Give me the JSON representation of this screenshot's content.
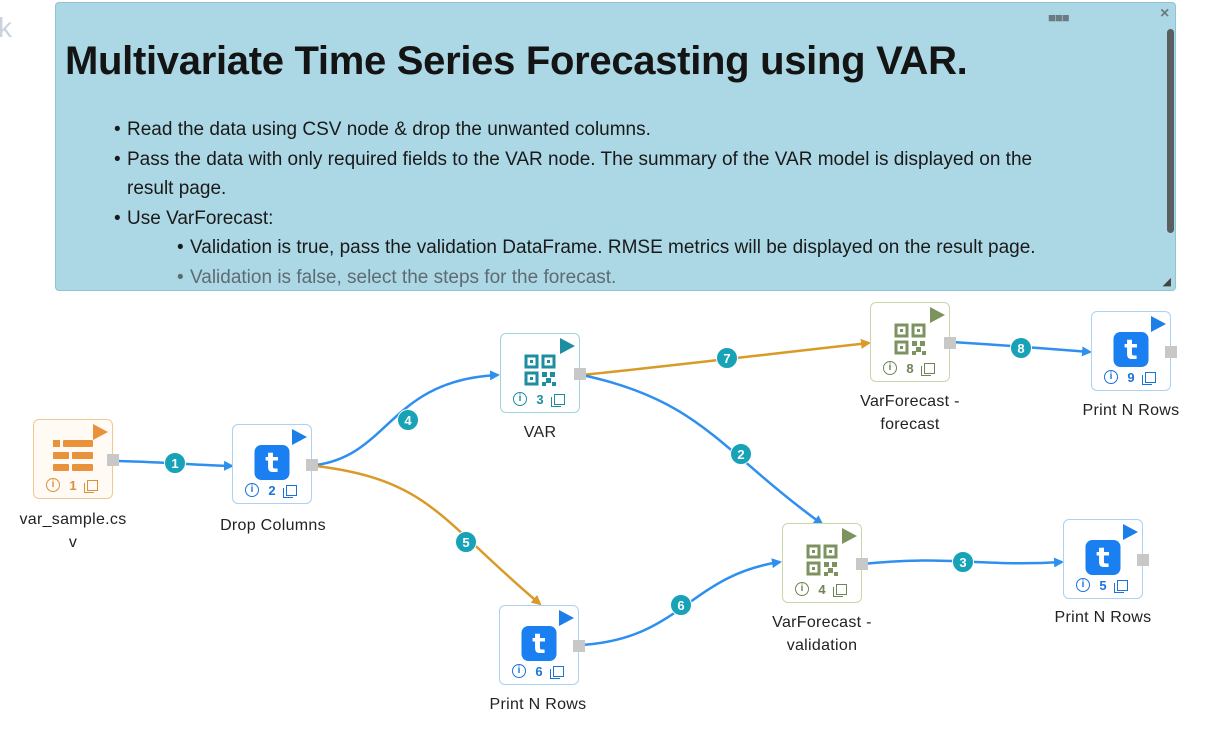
{
  "note": {
    "title": "Multivariate Time Series Forecasting using VAR.",
    "bullets": [
      "Read the data using CSV node & drop the unwanted columns.",
      "Pass the data with only required fields to the VAR node. The summary of the VAR model is displayed on the",
      "result page.",
      "Use VarForecast:",
      "Validation is true, pass the validation DataFrame. RMSE metrics will be displayed on the result page.",
      "Validation is false, select the steps for the forecast."
    ],
    "menu_icon": "ellipsis-icon",
    "close_icon": "close-icon"
  },
  "edge_fragment": "k",
  "nodes": [
    {
      "id": "1",
      "label_line1": "var_sample.cs",
      "label_line2": "v",
      "icon": "csv-table-icon",
      "color": "#e8923b"
    },
    {
      "id": "2",
      "label_line1": "Drop Columns",
      "icon": "transform-t-icon",
      "color": "#1a7ff0"
    },
    {
      "id": "3",
      "label_line1": "VAR",
      "icon": "qr-model-icon",
      "color": "#1d8ea0"
    },
    {
      "id": "8",
      "label_line1": "VarForecast -",
      "label_line2": "forecast",
      "icon": "qr-model-icon",
      "color": "#7c9360"
    },
    {
      "id": "9",
      "label_line1": "Print N Rows",
      "icon": "transform-t-icon",
      "color": "#1a7ff0"
    },
    {
      "id": "4",
      "label_line1": "VarForecast -",
      "label_line2": "validation",
      "icon": "qr-model-icon",
      "color": "#7c9360"
    },
    {
      "id": "5",
      "label_line1": "Print N Rows",
      "icon": "transform-t-icon",
      "color": "#1a7ff0"
    },
    {
      "id": "6",
      "label_line1": "Print N Rows",
      "icon": "transform-t-icon",
      "color": "#1a7ff0"
    }
  ],
  "edges": [
    {
      "label": "1",
      "from": "1",
      "to": "2",
      "color": "#2e8ff0"
    },
    {
      "label": "4",
      "from": "2",
      "to": "3",
      "color": "#2e8ff0"
    },
    {
      "label": "5",
      "from": "2",
      "to": "6",
      "color": "#d99a27"
    },
    {
      "label": "7",
      "from": "3",
      "to": "8",
      "color": "#d99a27"
    },
    {
      "label": "8",
      "from": "8",
      "to": "9",
      "color": "#2e8ff0"
    },
    {
      "label": "2",
      "from": "3",
      "to": "4",
      "color": "#2e8ff0"
    },
    {
      "label": "6",
      "from": "6",
      "to": "4",
      "color": "#2e8ff0"
    },
    {
      "label": "3",
      "from": "4",
      "to": "5",
      "color": "#2e8ff0"
    }
  ],
  "text_t": "t"
}
